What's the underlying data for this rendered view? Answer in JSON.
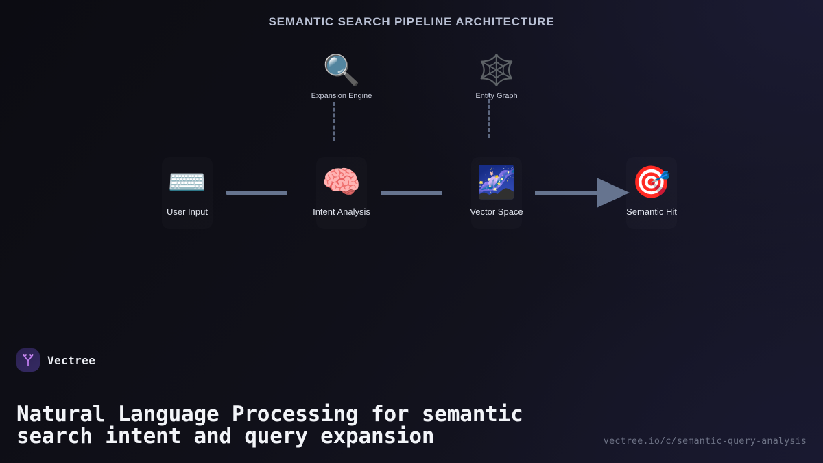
{
  "title": "SEMANTIC SEARCH PIPELINE ARCHITECTURE",
  "diagram": {
    "main_nodes": [
      {
        "label": "User Input",
        "icon": "keyboard-icon",
        "glyph": "⌨️"
      },
      {
        "label": "Intent Analysis",
        "icon": "brain-icon",
        "glyph": "🧠"
      },
      {
        "label": "Vector Space",
        "icon": "milky-way-icon",
        "glyph": "🌌"
      },
      {
        "label": "Semantic Hit",
        "icon": "bullseye-dart-icon",
        "glyph": "🎯"
      }
    ],
    "secondary_nodes": [
      {
        "label": "Expansion Engine",
        "icon": "magnifying-glass-icon",
        "glyph": "🔍"
      },
      {
        "label": "Entity Graph",
        "icon": "spider-web-icon",
        "glyph": "🕸️"
      }
    ],
    "connector_color": "#66748f",
    "dashed_color": "#5d6880"
  },
  "footer": {
    "brand_name": "Vectree",
    "brand_logo_icon": "vectree-tree-logo",
    "headline": "Natural Language Processing for semantic search intent and query expansion",
    "url": "vectree.io/c/semantic-query-analysis"
  },
  "colors": {
    "background_dark": "#0d0d14",
    "background_navy": "#171728",
    "title_text": "#b9c0d4",
    "label_text": "#dfe3ec",
    "brand_accent": "#c07df0",
    "url_text": "#6d7285"
  }
}
